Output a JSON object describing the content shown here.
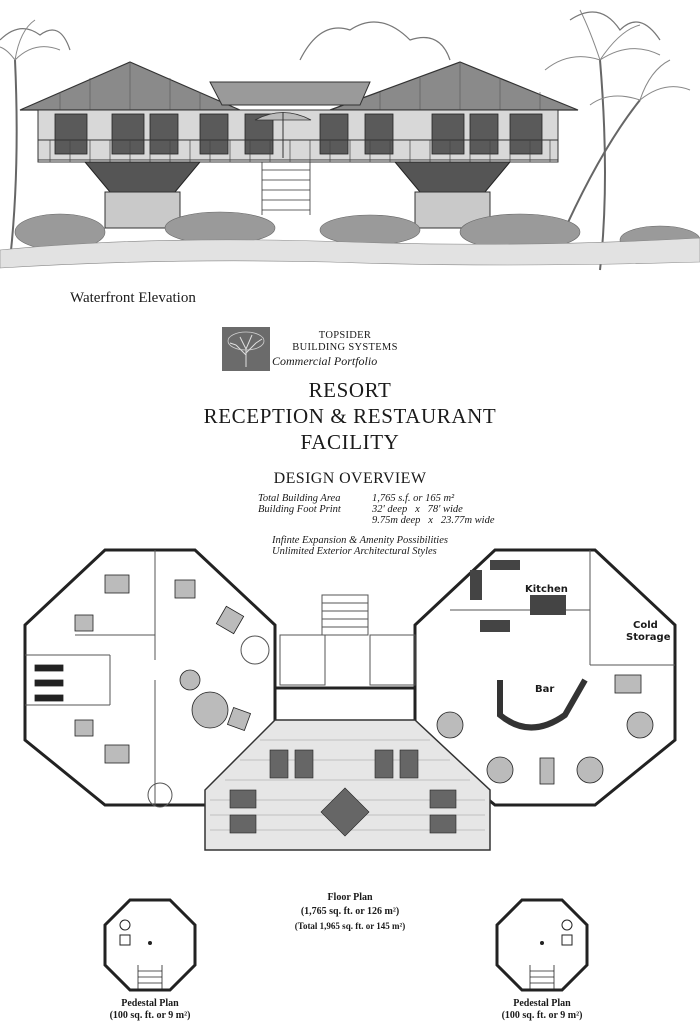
{
  "elevation": {
    "caption": "Waterfront Elevation"
  },
  "brand": {
    "line1": "TOPSIDER",
    "line2": "BUILDING SYSTEMS",
    "line3": "Commercial Portfolio"
  },
  "title": {
    "line1": "RESORT",
    "line2": "RECEPTION & RESTAURANT",
    "line3": "FACILITY"
  },
  "overview": {
    "heading": "DESIGN OVERVIEW",
    "specs": [
      {
        "label": "Total Building Area",
        "value": "1,765 s.f. or 165 m²"
      },
      {
        "label": "Building Foot Print",
        "value": "32' deep   x   78' wide"
      },
      {
        "label": "",
        "value": "9.75m deep   x   23.77m wide"
      }
    ],
    "notes": [
      "Infinte Expansion & Amenity Possibilities",
      "Unlimited Exterior Architectural Styles"
    ]
  },
  "floorplan": {
    "labels": {
      "kitchen": "Kitchen",
      "cold_storage_1": "Cold",
      "cold_storage_2": "Storage",
      "bar": "Bar"
    },
    "caption": {
      "line1": "Floor Plan",
      "line2": "(1,765 sq. ft. or 126 m²)",
      "line3": "(Total 1,965 sq. ft. or 145 m²)"
    }
  },
  "pedestal_left": {
    "line1": "Pedestal Plan",
    "line2": "(100 sq. ft. or 9 m²)"
  },
  "pedestal_right": {
    "line1": "Pedestal Plan",
    "line2": "(100 sq. ft. or 9 m²)"
  }
}
